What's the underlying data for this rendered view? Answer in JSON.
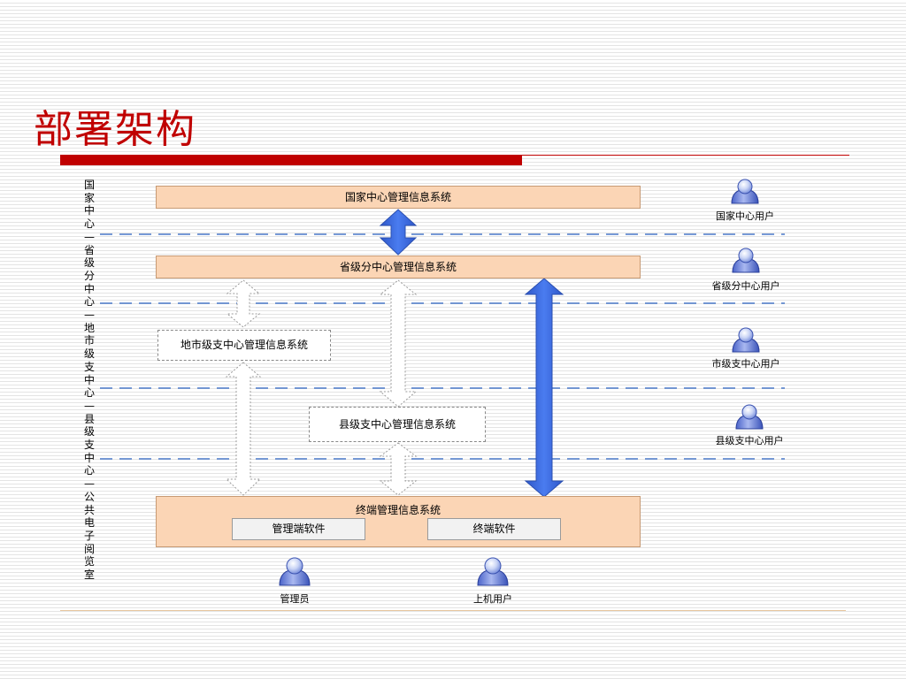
{
  "slide": {
    "title": "部署架构",
    "side_label": "国家中心—省级分中心—地市级支中心—县级支中心—公共电子阅览室"
  },
  "systems": {
    "national": "国家中心管理信息系统",
    "provincial": "省级分中心管理信息系统",
    "city": "地市级支中心管理信息系统",
    "county": "县级支中心管理信息系统",
    "terminal": "终端管理信息系统"
  },
  "terminal_modules": {
    "admin_software": "管理端软件",
    "terminal_software": "终端软件"
  },
  "users": {
    "national": "国家中心用户",
    "provincial": "省级分中心用户",
    "city": "市级支中心用户",
    "county": "县级支中心用户",
    "admin": "管理员",
    "online": "上机用户"
  },
  "colors": {
    "title": "#c00000",
    "box_fill": "#fbd5b5",
    "arrow_blue": "#3a66d9",
    "divider": "#4a78c8"
  },
  "icons": {
    "user": "person-icon"
  }
}
